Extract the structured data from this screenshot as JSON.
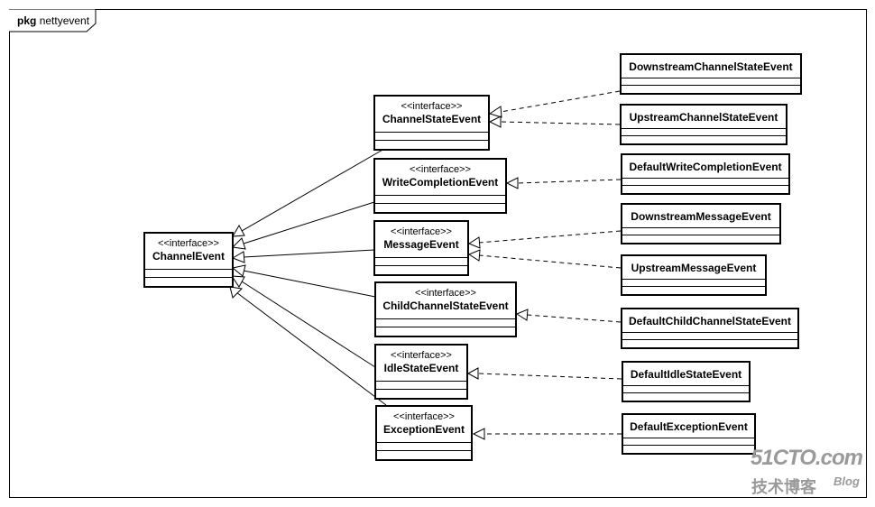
{
  "package": {
    "keyword": "pkg",
    "name": "nettyevent"
  },
  "stereotype": "<<interface>>",
  "root": {
    "name": "ChannelEvent",
    "stereotype": "<<interface>>"
  },
  "interfaces": [
    {
      "name": "ChannelStateEvent",
      "stereotype": "<<interface>>"
    },
    {
      "name": "WriteCompletionEvent",
      "stereotype": "<<interface>>"
    },
    {
      "name": "MessageEvent",
      "stereotype": "<<interface>>"
    },
    {
      "name": "ChildChannelStateEvent",
      "stereotype": "<<interface>>"
    },
    {
      "name": "IdleStateEvent",
      "stereotype": "<<interface>>"
    },
    {
      "name": "ExceptionEvent",
      "stereotype": "<<interface>>"
    }
  ],
  "implementations": [
    {
      "name": "DownstreamChannelStateEvent",
      "implements": "ChannelStateEvent"
    },
    {
      "name": "UpstreamChannelStateEvent",
      "implements": "ChannelStateEvent"
    },
    {
      "name": "DefaultWriteCompletionEvent",
      "implements": "WriteCompletionEvent"
    },
    {
      "name": "DownstreamMessageEvent",
      "implements": "MessageEvent"
    },
    {
      "name": "UpstreamMessageEvent",
      "implements": "MessageEvent"
    },
    {
      "name": "DefaultChildChannelStateEvent",
      "implements": "ChildChannelStateEvent"
    },
    {
      "name": "DefaultIdleStateEvent",
      "implements": "IdleStateEvent"
    },
    {
      "name": "DefaultExceptionEvent",
      "implements": "ExceptionEvent"
    }
  ],
  "watermark": {
    "site": "51CTO.com",
    "subtitle": "技术博客",
    "blog": "Blog"
  },
  "colors": {
    "line": "#000000",
    "watermark": "#9a9a9a"
  }
}
